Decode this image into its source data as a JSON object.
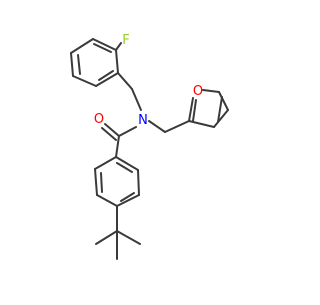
{
  "molecule": {
    "atom_labels": {
      "fluorine": "F",
      "oxygen_carbonyl": "O",
      "nitrogen": "N",
      "oxygen_furan": "O"
    },
    "colors": {
      "bond": "#3a3a3a",
      "fluorine": "#9acd32",
      "oxygen": "#ff0000",
      "nitrogen": "#0000ff",
      "background": "#ffffff"
    }
  }
}
